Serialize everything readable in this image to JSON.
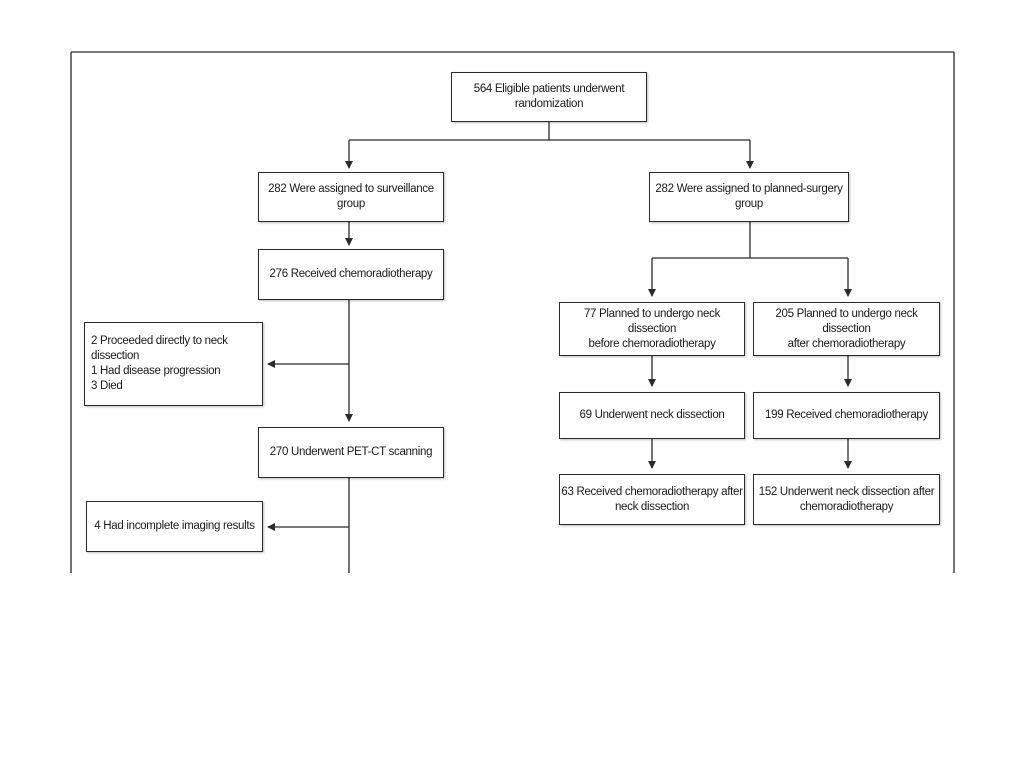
{
  "diagram": {
    "root": "564 Eligible patients underwent randomization",
    "surveillance": {
      "assigned": "282 Were assigned to surveillance group",
      "chemo": "276 Received chemoradiotherapy",
      "exclusions": [
        "2 Proceeded directly to neck dissection",
        "1 Had disease progression",
        "3 Died"
      ],
      "petct": "270 Underwent PET-CT scanning",
      "incomplete": "4 Had incomplete imaging results"
    },
    "surgery": {
      "assigned": "282 Were assigned to planned-surgery group",
      "before": {
        "planned": [
          "77 Planned to undergo neck dissection",
          "before chemoradiotherapy"
        ],
        "step1": "69 Underwent neck dissection",
        "step2": [
          "63 Received chemoradiotherapy after",
          "neck dissection"
        ]
      },
      "after": {
        "planned": [
          "205 Planned to undergo neck dissection",
          "after chemoradiotherapy"
        ],
        "step1": "199 Received chemoradiotherapy",
        "step2": [
          "152 Underwent neck dissection after",
          "chemoradiotherapy"
        ]
      }
    }
  }
}
